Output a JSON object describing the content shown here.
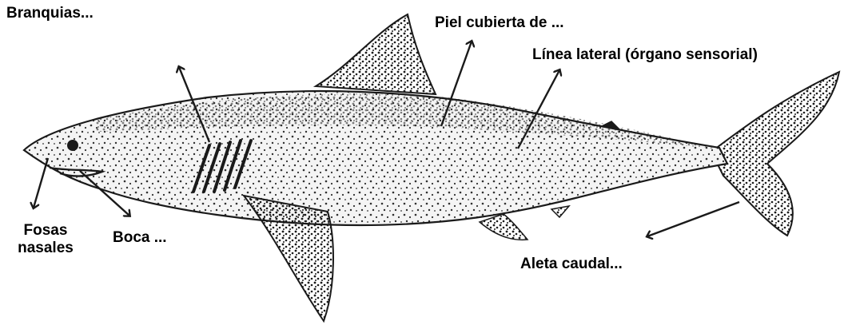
{
  "colors": {
    "ink": "#1a1a1a",
    "background": "#ffffff",
    "body_fill": "#f4f4f4"
  },
  "labels": {
    "branquias": "Branquias...",
    "piel": "Piel cubierta de ...",
    "linea": "Línea lateral (órgano sensorial)",
    "fosas_1": "Fosas",
    "fosas_2": "nasales",
    "boca": "Boca ...",
    "aleta": "Aleta caudal..."
  },
  "icons": {
    "eye": "eye-icon",
    "gills": "gill-slits-icon",
    "arrows": "arrow-icon"
  }
}
